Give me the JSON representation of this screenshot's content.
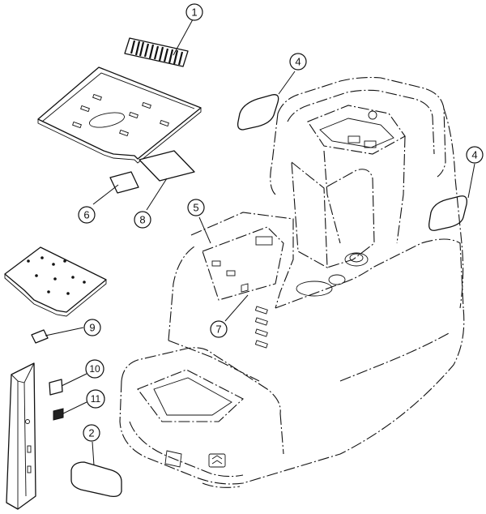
{
  "callouts": [
    {
      "number": "1"
    },
    {
      "number": "4"
    },
    {
      "number": "4"
    },
    {
      "number": "5"
    },
    {
      "number": "6"
    },
    {
      "number": "7"
    },
    {
      "number": "8"
    },
    {
      "number": "9"
    },
    {
      "number": "10"
    },
    {
      "number": "11"
    },
    {
      "number": "2"
    }
  ]
}
